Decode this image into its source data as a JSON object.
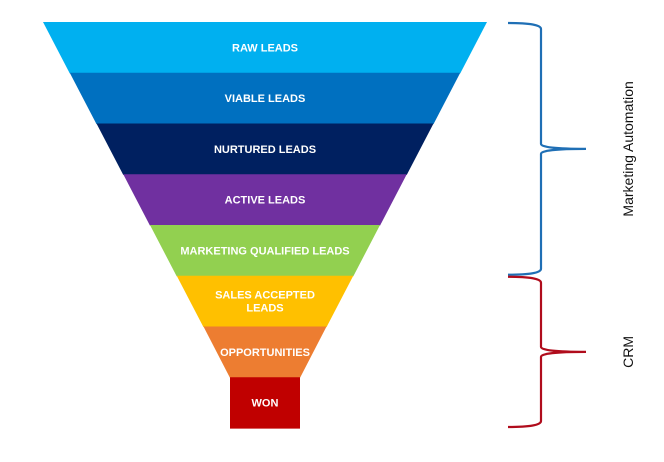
{
  "funnel": {
    "stages": [
      {
        "label_lines": [
          "RAW LEADS"
        ],
        "color": "#00B0F0"
      },
      {
        "label_lines": [
          "VIABLE LEADS"
        ],
        "color": "#0070C0"
      },
      {
        "label_lines": [
          "NURTURED LEADS"
        ],
        "color": "#002060"
      },
      {
        "label_lines": [
          "ACTIVE LEADS"
        ],
        "color": "#7030A0"
      },
      {
        "label_lines": [
          "MARKETING QUALIFIED LEADS"
        ],
        "color": "#92D050"
      },
      {
        "label_lines": [
          "SALES ACCEPTED",
          "LEADS"
        ],
        "color": "#FFC000"
      },
      {
        "label_lines": [
          "OPPORTUNITIES"
        ],
        "color": "#ED7D31"
      },
      {
        "label_lines": [
          "WON"
        ],
        "color": "#C00000"
      }
    ]
  },
  "groups": [
    {
      "label": "Marketing Automation",
      "color": "#1F6FB5",
      "stages_from": 0,
      "stages_to": 4
    },
    {
      "label": "CRM",
      "color": "#B00C1C",
      "stages_from": 5,
      "stages_to": 7
    }
  ]
}
